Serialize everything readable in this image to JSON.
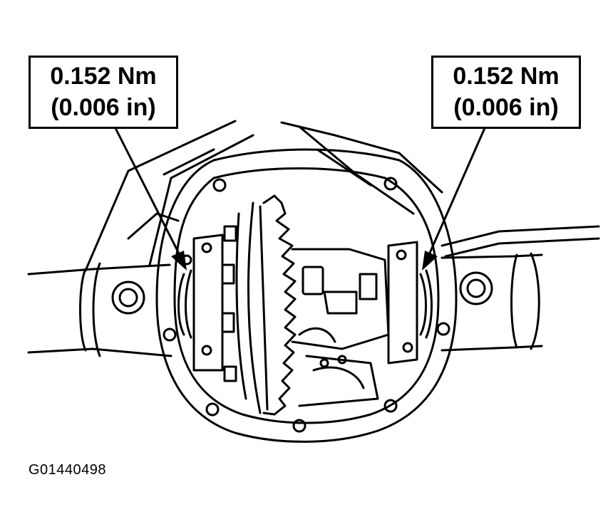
{
  "callouts": {
    "left": {
      "torque": "0.152 Nm",
      "gap": "(0.006 in)"
    },
    "right": {
      "torque": "0.152 Nm",
      "gap": "(0.006 in)"
    }
  },
  "figure_id": "G01440498"
}
